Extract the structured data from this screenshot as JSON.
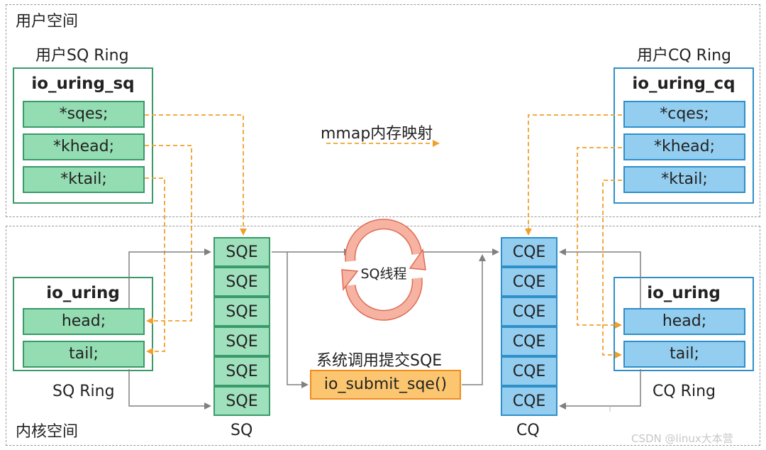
{
  "user_space": {
    "label": "用户空间"
  },
  "kernel_space": {
    "label": "内核空间"
  },
  "user_sq_ring": {
    "caption": "用户SQ Ring",
    "struct_name": "io_uring_sq",
    "fields": [
      "*sqes;",
      "*khead;",
      "*ktail;"
    ]
  },
  "user_cq_ring": {
    "caption": "用户CQ Ring",
    "struct_name": "io_uring_cq",
    "fields": [
      "*cqes;",
      "*khead;",
      "*ktail;"
    ]
  },
  "mmap_legend": {
    "label": "mmap内存映射"
  },
  "kernel_sq_ring": {
    "struct_name": "io_uring",
    "fields": [
      "head;",
      "tail;"
    ],
    "caption": "SQ Ring"
  },
  "kernel_cq_ring": {
    "struct_name": "io_uring",
    "fields": [
      "head;",
      "tail;"
    ],
    "caption": "CQ Ring"
  },
  "sq": {
    "label": "SQ",
    "entries": [
      "SQE",
      "SQE",
      "SQE",
      "SQE",
      "SQE",
      "SQE"
    ]
  },
  "cq": {
    "label": "CQ",
    "entries": [
      "CQE",
      "CQE",
      "CQE",
      "CQE",
      "CQE",
      "CQE"
    ]
  },
  "sq_thread": {
    "label": "SQ线程"
  },
  "syscall": {
    "caption": "系统调用提交SQE",
    "function": "io_submit_sqe()"
  },
  "watermark": "CSDN @linux大本营",
  "colors": {
    "green_border": "#3a9a6a",
    "green_fill": "#94dcb2",
    "blue_border": "#2f8fc8",
    "blue_fill": "#93cdef",
    "orange_dash": "#f0a02a",
    "gray_arrow": "#808080",
    "thread_fill": "#f4aa98"
  }
}
